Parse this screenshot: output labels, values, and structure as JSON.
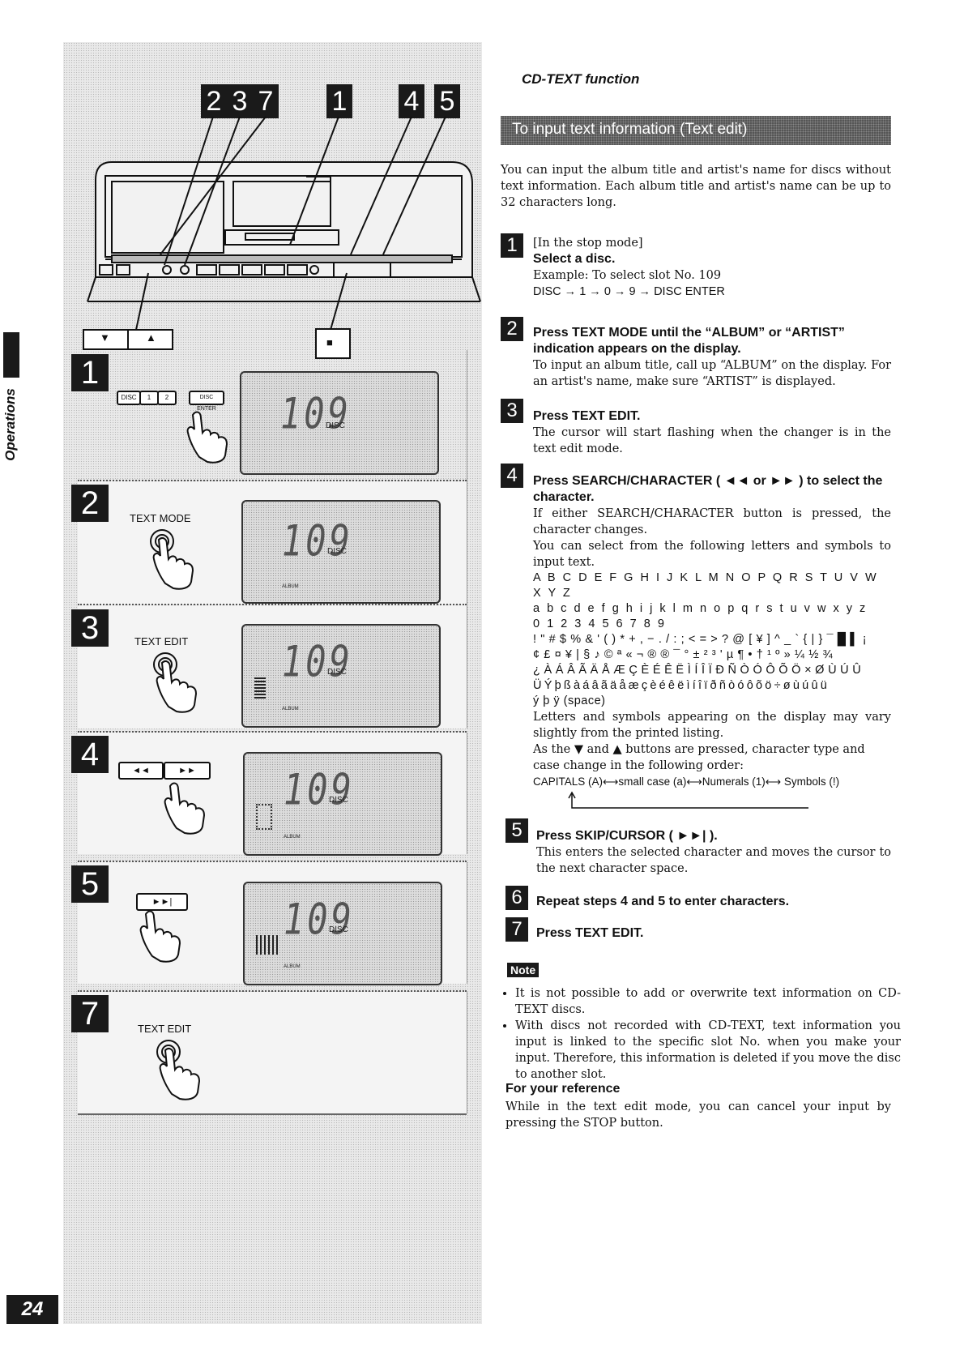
{
  "side_tab": {
    "label": "Operations"
  },
  "page_number": "24",
  "section": {
    "title": "CD-TEXT function",
    "banner": "To input text information (Text edit)"
  },
  "intro": "You can input the album title and artist's name for discs without text information. Each album title and artist's name can be up to 32 characters long.",
  "diagram": {
    "top_labels": [
      "2",
      "3",
      "7",
      "1",
      "4",
      "5"
    ],
    "arrow_down_glyph": "▼",
    "arrow_up_glyph": "▲",
    "stop_glyph": "■",
    "steps": [
      {
        "num": "1",
        "buttons": [
          "DISC",
          "1",
          "2",
          "DISC ENTER"
        ],
        "display_value": "109",
        "display_sub": "DISC"
      },
      {
        "num": "2",
        "label": "TEXT MODE",
        "display_value": "109",
        "display_sub": "DISC",
        "display_small": "ALBUM"
      },
      {
        "num": "3",
        "label": "TEXT EDIT",
        "display_value": "109",
        "display_sub": "DISC",
        "display_small": "ALBUM"
      },
      {
        "num": "4",
        "buttons": [
          "◄◄",
          "►►"
        ],
        "display_value": "109",
        "display_sub": "DISC",
        "display_small": "ALBUM"
      },
      {
        "num": "5",
        "buttons": [
          "►►|"
        ],
        "display_value": "109",
        "display_sub": "DISC",
        "display_small": "ALBUM"
      },
      {
        "num": "7",
        "label": "TEXT EDIT"
      }
    ]
  },
  "steps": {
    "s1": {
      "num": "1",
      "pre": "[In the stop mode]",
      "head": "Select a disc.",
      "example": "Example: To select slot No. 109",
      "sequence": "DISC → 1 → 0 → 9 → DISC ENTER"
    },
    "s2": {
      "num": "2",
      "head": "Press TEXT MODE until the “ALBUM” or “ARTIST” indication appears on the display.",
      "body": "To input an album title, call up “ALBUM” on the display. For an artist's name, make sure “ARTIST” is displayed."
    },
    "s3": {
      "num": "3",
      "head": "Press TEXT EDIT.",
      "body": "The cursor will start flashing when the changer is in the text edit mode."
    },
    "s4": {
      "num": "4",
      "head": "Press SEARCH/CHARACTER ( ◄◄  or  ►► ) to select the character.",
      "body1": "If either SEARCH/CHARACTER button is pressed, the character changes.",
      "body2": "You can select from the following letters and symbols to input text.",
      "charsets": [
        "A B C D E F G H I J K L M N O P Q R S T U V W X Y Z",
        "a b c d e f g h i j k l m n o p q r s t u v w x y z",
        "0 1 2 3 4 5 6 7 8 9",
        "! \" # $ % & ' ( ) * + , − . / : ; < = > ? @ [ ¥ ] ^ _ ` { | } ¯ █ ▌ ¡",
        "¢ £ ¤ ¥ | § ♪ © ª « ¬ ® ® ¯ ° ± ² ³ ' µ ¶ • † ¹ º » ¼ ½ ¾",
        "¿ À Á Â Ã Ä Å Æ Ç È É Ê Ë Ì Í Î Ï Ð Ñ Ò Ó Ô Õ Ö × Ø Ù Ú Û",
        "Ü Ý þ ß à á â ã ä å æ ç è é ê ë ì í î ï ð ñ ò ó ô õ ö ÷ ø ù ú û ü",
        "ý þ ÿ (space)"
      ],
      "body3": "Letters and symbols appearing on the display may vary slightly from the printed listing.",
      "body4": "As the ▼ and ▲ buttons are pressed, character type and case change in the following order:",
      "order": "CAPITALS (A)⟷small case (a)⟷Numerals (1)⟷ Symbols (!)"
    },
    "s5": {
      "num": "5",
      "head": "Press SKIP/CURSOR ( ►►| ).",
      "body": "This enters the selected character and moves the cursor to the next character space."
    },
    "s6": {
      "num": "6",
      "head": "Repeat steps 4 and 5 to enter characters."
    },
    "s7": {
      "num": "7",
      "head": "Press TEXT EDIT."
    }
  },
  "note": {
    "label": "Note",
    "items": [
      "It is not possible to add or overwrite text information on CD-TEXT discs.",
      "With discs not recorded with CD-TEXT, text information you input is linked to the specific slot No. when you make your input. Therefore, this information is deleted if you move the disc to another slot."
    ]
  },
  "reference": {
    "head": "For your reference",
    "body": "While in the text edit mode, you can cancel your input by pressing the STOP button."
  }
}
